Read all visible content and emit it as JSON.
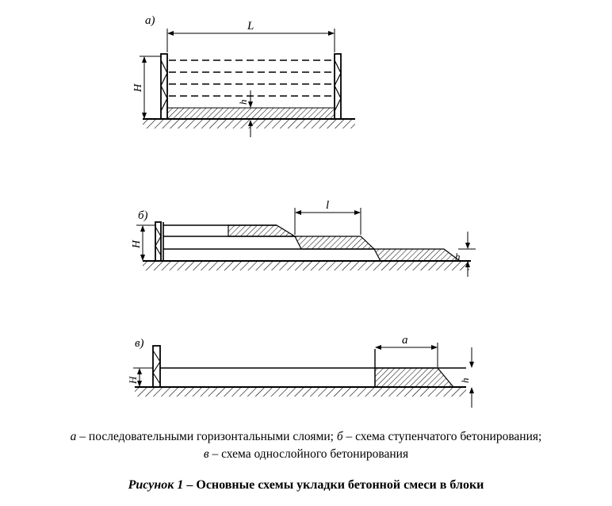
{
  "diagram": {
    "panel_a": {
      "tag": "а)",
      "dim_L": "L",
      "dim_H": "H",
      "dim_h": "h"
    },
    "panel_b": {
      "tag": "б)",
      "dim_l": "l",
      "dim_H": "H",
      "dim_h": "h"
    },
    "panel_v": {
      "tag": "в)",
      "dim_a": "a",
      "dim_H": "H",
      "dim_h": "h"
    }
  },
  "caption": {
    "a_letter": "а",
    "a_text": " – последовательными горизонтальными слоями; ",
    "b_letter": "б",
    "b_text": " – схема ступенчатого бетонирования;",
    "v_letter": "в",
    "v_text": " – схема однослойного бетонирования"
  },
  "figure_title": {
    "label": "Рисунок 1",
    "text": " – Основные схемы укладки бетонной смеси в блоки"
  }
}
